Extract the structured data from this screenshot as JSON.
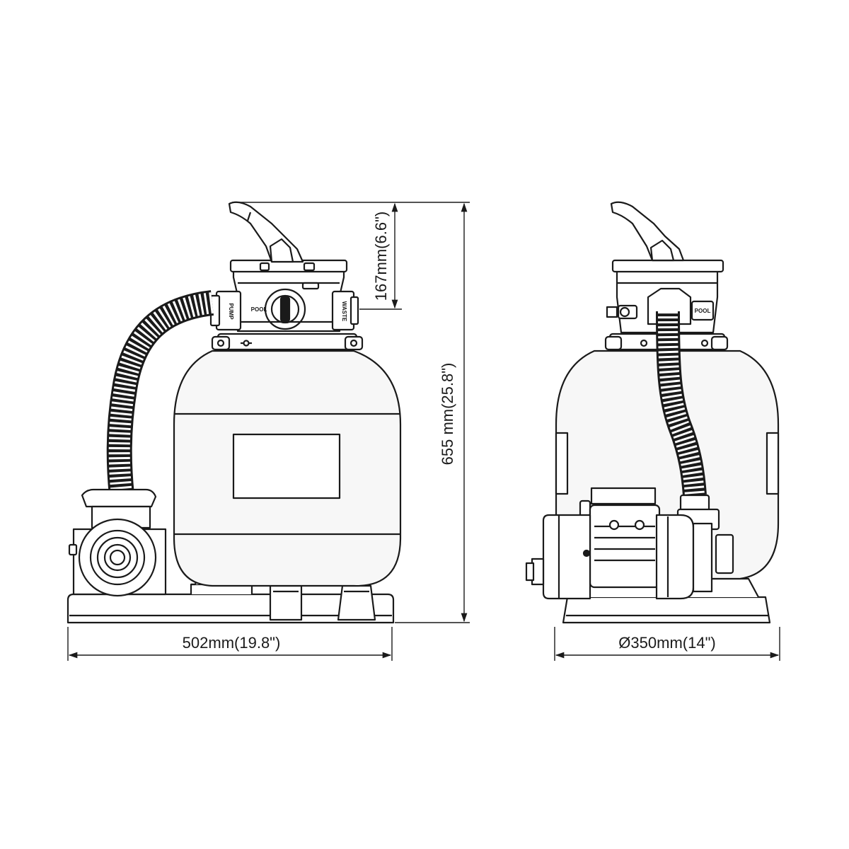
{
  "dimensions": {
    "overall_width": "502mm(19.8\")",
    "tank_diameter": "Ø350mm(14\")",
    "overall_height": "655 mm(25.8\")",
    "valve_height": "167mm(6.6\")"
  },
  "valve_labels": {
    "front_left": "PUMP",
    "front_center": "POOL",
    "front_right": "WASTE",
    "side_right": "POOL"
  },
  "colors": {
    "line": "#1a1a1a",
    "tank_fill": "#f7f7f7",
    "hose": "#1a1a1a"
  }
}
